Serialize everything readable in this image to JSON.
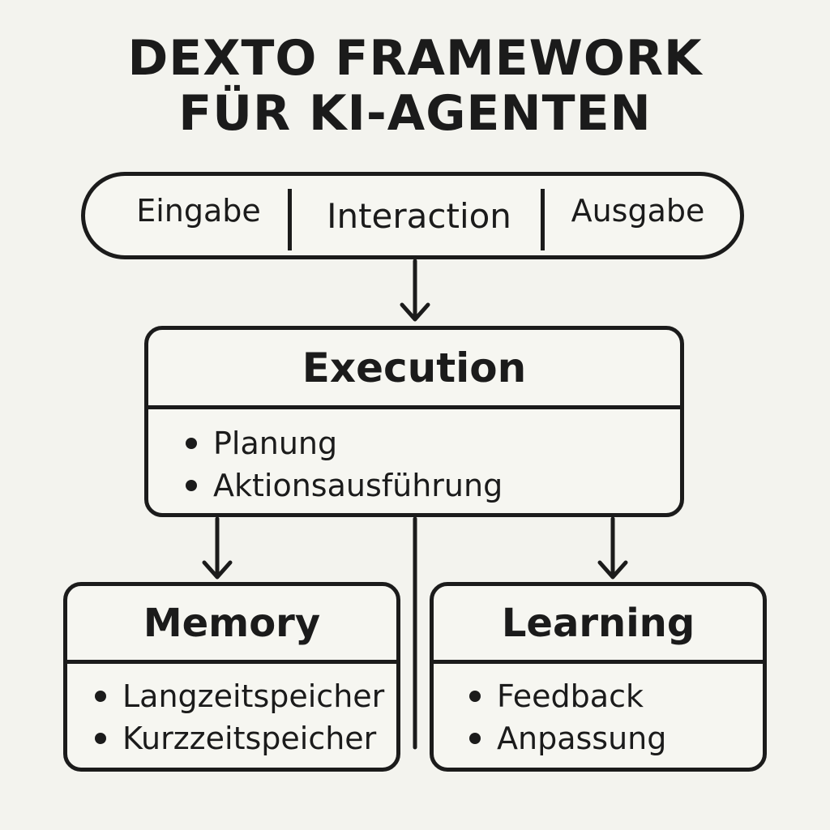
{
  "title": {
    "line1": "DEXTO FRAMEWORK",
    "line2": "FÜR KI-AGENTEN"
  },
  "interaction_bar": {
    "input": "Eingabe",
    "center": "Interaction",
    "output": "Ausgabe"
  },
  "execution": {
    "title": "Execution",
    "items": [
      "Planung",
      "Aktionsausführung"
    ]
  },
  "memory": {
    "title": "Memory",
    "items": [
      "Langzeitspeicher",
      "Kurzzeitspeicher"
    ]
  },
  "learning": {
    "title": "Learning",
    "items": [
      "Feedback",
      "Anpassung"
    ]
  },
  "colors": {
    "stroke": "#1b1b1b",
    "background": "#f3f3ee",
    "box_fill": "#f6f6f1"
  }
}
